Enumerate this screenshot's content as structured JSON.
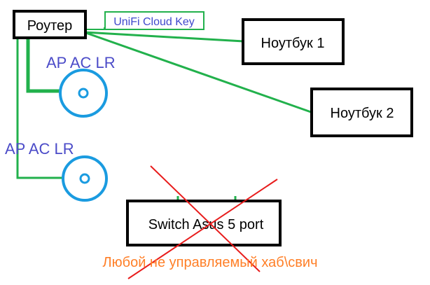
{
  "nodes": {
    "router": "Роутер",
    "cloud_key": "UniFi Cloud Key",
    "laptop1": "Ноутбук 1",
    "laptop2": "Ноутбук 2",
    "ap1": "AP AC LR",
    "ap2": "AP AC LR",
    "switch": "Switch Asus 5 port"
  },
  "note": "Любой не управляемый хаб\\свич",
  "colors": {
    "link": "#22b14c",
    "ap": "#1a9be0",
    "ap_label": "#4b4bc8",
    "cloud_key_text": "#3f48cc",
    "cross": "#e81c1c",
    "note": "#ff7f27",
    "box_border": "#000000"
  }
}
